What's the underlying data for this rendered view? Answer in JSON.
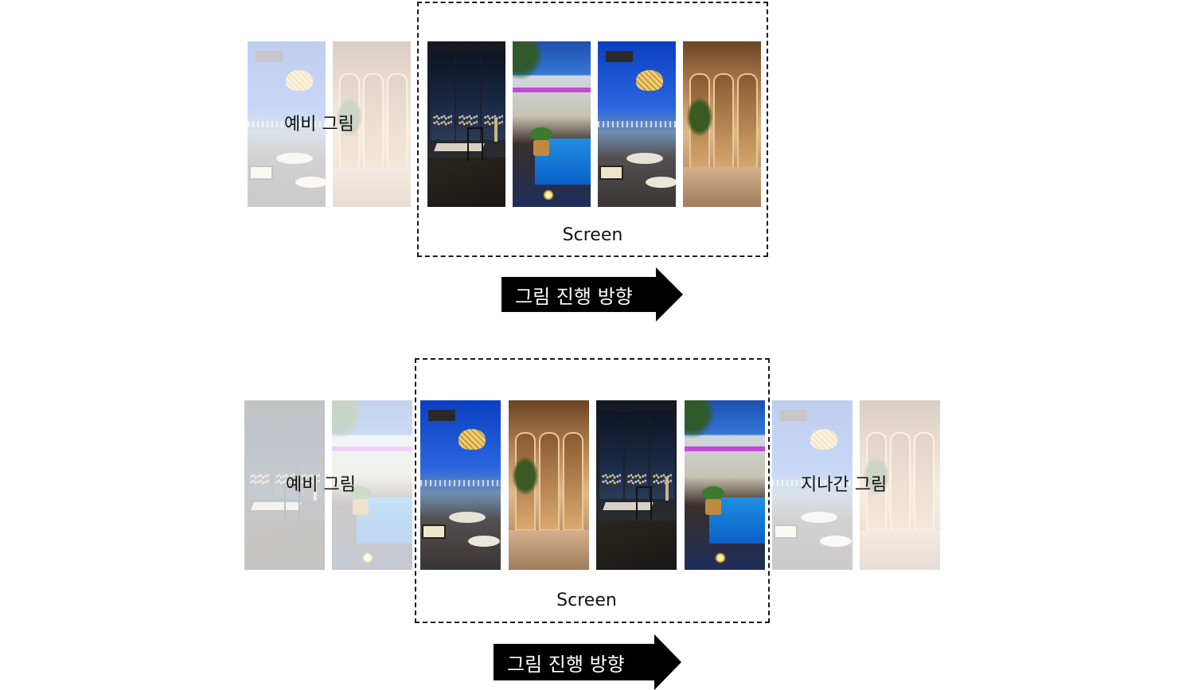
{
  "top": {
    "preview_label": "예비 그림",
    "screen_label": "Screen",
    "arrow_label": "그림 진행 방향"
  },
  "bottom": {
    "preview_label": "예비 그림",
    "passed_label": "지나간 그림",
    "screen_label": "Screen",
    "arrow_label": "그림 진행 방향"
  },
  "colors": {
    "arrow": "#000000",
    "frame": "#1a1a1a",
    "faded_overlay": "#ffffff"
  }
}
